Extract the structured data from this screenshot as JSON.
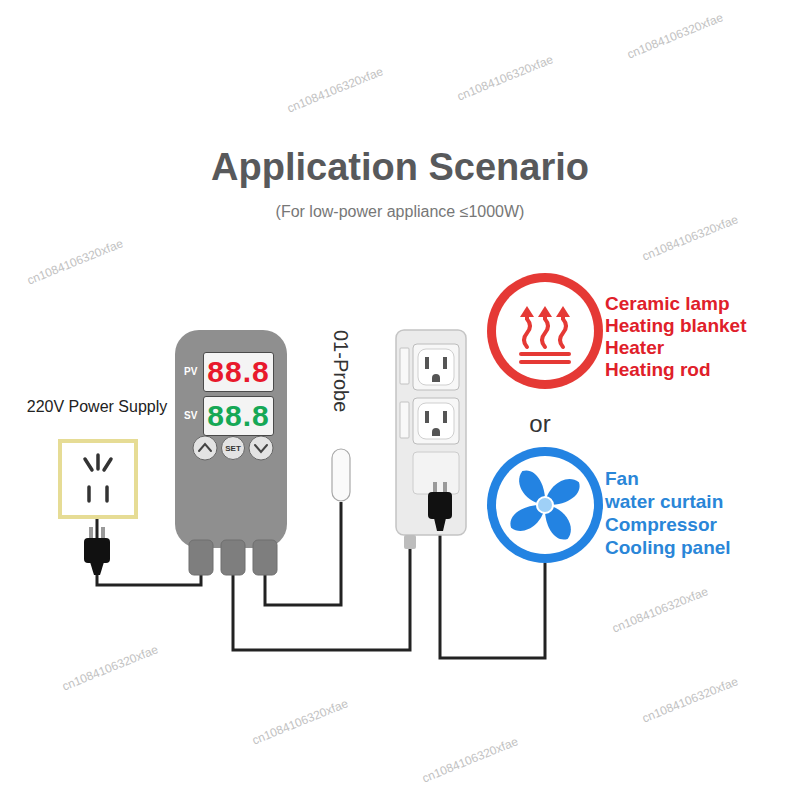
{
  "diagram": {
    "title": "Application Scenario",
    "caption": "(For low-power appliance ≤1000W)",
    "nodes": [
      {
        "text": [
          "220V Power Supply"
        ]
      },
      {
        "text": [
          "PV",
          "SV"
        ]
      },
      {
        "text": [
          "88.8"
        ],
        "in": 1
      },
      {
        "text": [
          "88.8"
        ],
        "in": 1
      },
      {
        "text": [
          "SET"
        ],
        "in": 1
      },
      {
        "text": [
          "01-Probe"
        ]
      },
      {
        "text": [
          "Ceramic lamp",
          "Heating blanket",
          "Heater",
          "Heating rod"
        ]
      },
      {
        "text": [
          "Fan",
          "water curtain",
          "Compressor",
          "Cooling panel"
        ]
      }
    ],
    "edges": [
      {
        "from": 0,
        "to": 1,
        "arrow": "none"
      },
      {
        "from": 1,
        "to": 5,
        "arrow": "none"
      }
    ],
    "labels": [
      "or",
      "cn1084106320xfae",
      "cn1084106320xfae",
      "cn1084106320xfae",
      "cn1084106320xfae",
      "cn1084106320xfae",
      "cn1084106320xfae",
      "cn1084106320xfae",
      "cn1084106320xfae",
      "cn1084106320xfae",
      "cn1084106320xfae"
    ]
  }
}
